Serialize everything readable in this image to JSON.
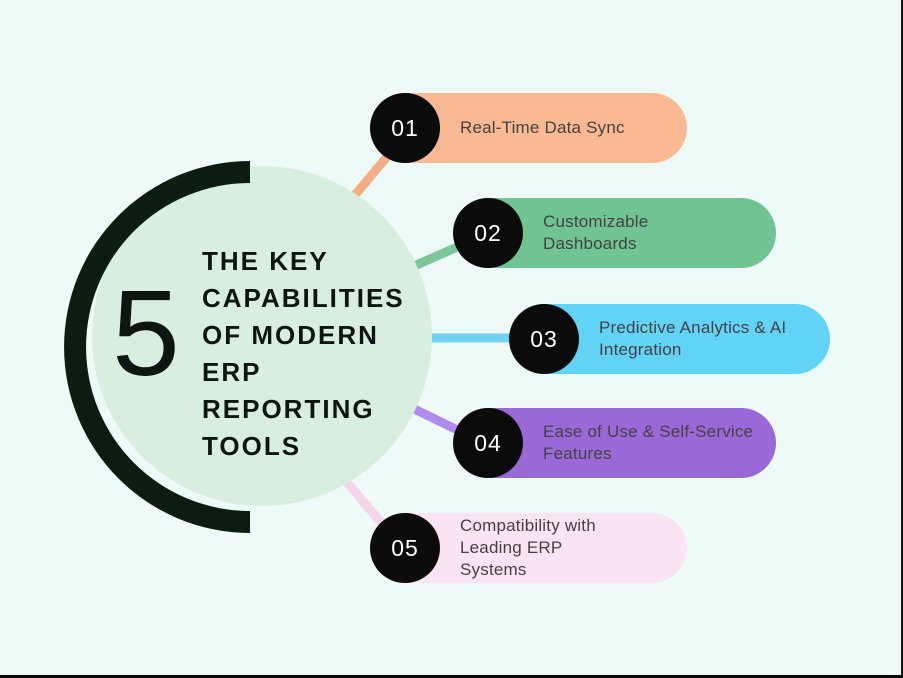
{
  "page": {
    "background_color": "#eefaf7",
    "edge_line_color": "#0a0a0a"
  },
  "center": {
    "big_number": "5",
    "title_lines": [
      "THE KEY",
      "CAPABILITIES",
      "OF MODERN",
      "ERP",
      "REPORTING",
      "TOOLS"
    ],
    "title_full": "The Key Capabilities of Modern ERP Reporting Tools",
    "circle_color": "#d8efdf",
    "ring_color": "#0c1c11",
    "text_color": "#0e140f"
  },
  "badge": {
    "bg_color": "#0b0b0b",
    "text_color": "#ffffff"
  },
  "label_color": "#464145",
  "items": [
    {
      "number": "01",
      "label": "Real-Time Data Sync",
      "pill_color": "#f8b993",
      "line_color": "#f5ad85"
    },
    {
      "number": "02",
      "label": "Customizable Dashboards",
      "pill_color": "#6fc492",
      "line_color": "#7cc79a"
    },
    {
      "number": "03",
      "label": "Predictive Analytics & AI Integration",
      "pill_color": "#61d3f4",
      "line_color": "#6fd2f2"
    },
    {
      "number": "04",
      "label": "Ease of Use & Self-Service Features",
      "pill_color": "#9a69d8",
      "line_color": "#b38af0"
    },
    {
      "number": "05",
      "label": "Compatibility with Leading ERP Systems",
      "pill_color": "#fae3f2",
      "line_color": "#f7d4eb"
    }
  ]
}
